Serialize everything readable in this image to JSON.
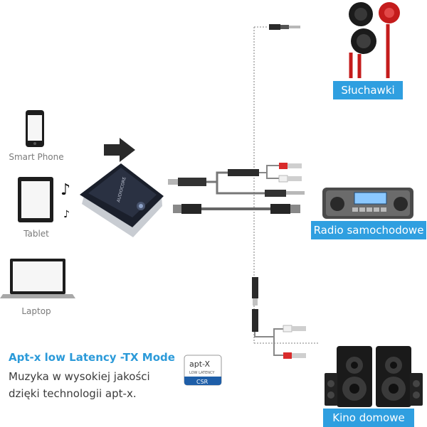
{
  "devices": {
    "phone_label": "Smart Phone",
    "tablet_label": "Tablet",
    "laptop_label": "Laptop"
  },
  "outputs": {
    "headphones_label": "Słuchawki",
    "car_radio_label": "Radio samochodowe",
    "home_cinema_label": "Kino domowe"
  },
  "transmitter": {
    "brand_text": "AUDIOCORE"
  },
  "aptx_logo": {
    "top_text": "apt-X",
    "sub_text": "LOW LATENCY",
    "badge_text": "CSR"
  },
  "promo": {
    "title": "Apt-x low Latency -TX Mode",
    "line1": "Muzyka w wysokiej jakości",
    "line2": "dzięki technologii apt-x."
  },
  "colors": {
    "accent_blue": "#2f9fe0",
    "promo_title": "#2b9ad9"
  }
}
